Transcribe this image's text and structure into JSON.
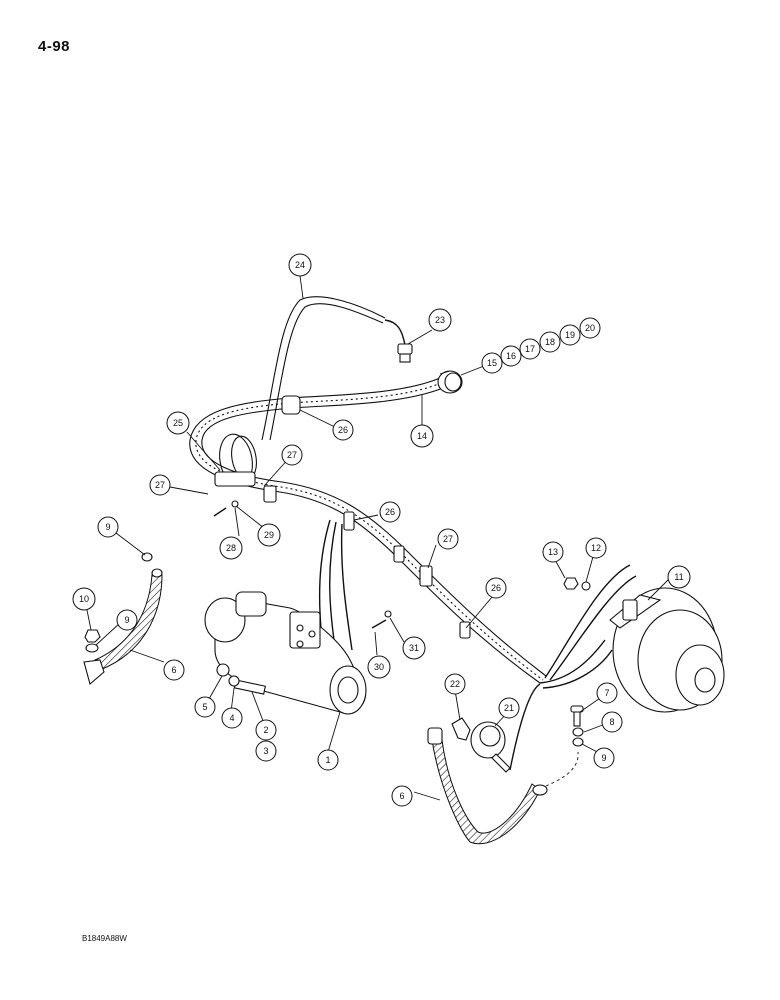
{
  "page_number": "4-98",
  "drawing_code": "B1849A88W",
  "callouts": {
    "c1": "1",
    "c2": "2",
    "c3": "3",
    "c4": "4",
    "c5": "5",
    "c6a": "6",
    "c6b": "6",
    "c7": "7",
    "c8": "8",
    "c9a": "9",
    "c9b": "9",
    "c9c": "9",
    "c10": "10",
    "c11": "11",
    "c12": "12",
    "c13": "13",
    "c14": "14",
    "c15": "15",
    "c16": "16",
    "c17": "17",
    "c18": "18",
    "c19": "19",
    "c20": "20",
    "c21": "21",
    "c22": "22",
    "c23": "23",
    "c24": "24",
    "c25": "25",
    "c26a": "26",
    "c26b": "26",
    "c26c": "26",
    "c27a": "27",
    "c27b": "27",
    "c27c": "27",
    "c28": "28",
    "c29": "29",
    "c30": "30",
    "c31": "31"
  }
}
